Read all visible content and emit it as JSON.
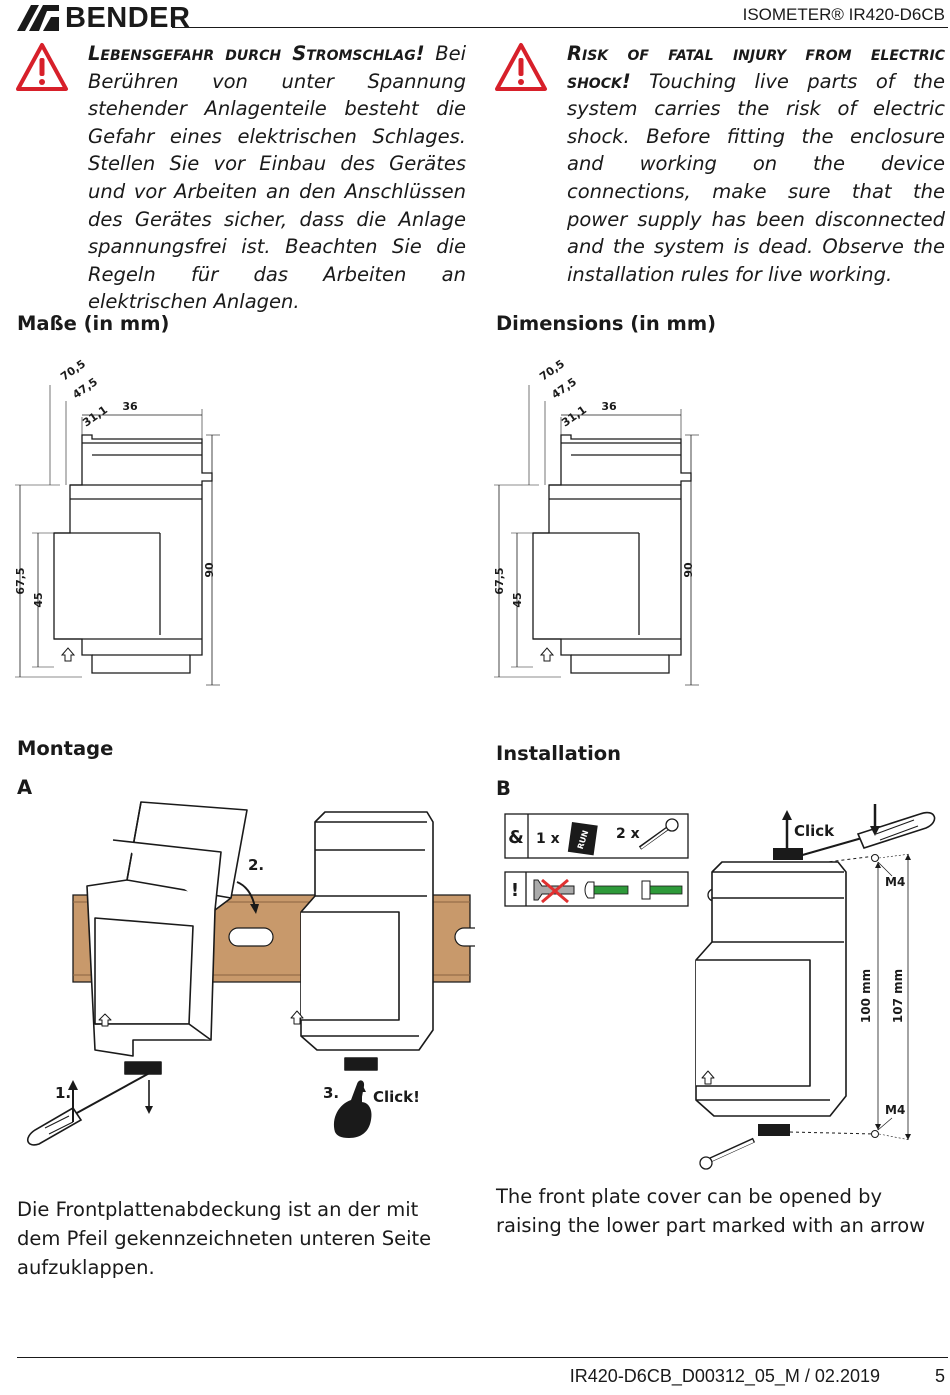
{
  "header": {
    "brand": "BENDER",
    "document_title": "ISOMETER® IR420-D6CB"
  },
  "warning_de": {
    "lead": "Lebensgefahr durch Stromschlag!",
    "body": "Bei Berühren von unter Spannung stehender Anlagenteile besteht die Gefahr eines elektrischen Schlages. Stellen Sie vor Einbau des Gerätes und vor Arbeiten an den Anschlüssen des Gerätes sicher, dass die Anlage spannungsfrei ist. Beachten Sie die Regeln für das Arbeiten an elektrischen Anlagen."
  },
  "warning_en": {
    "lead": "Risk of fatal injury from electric shock!",
    "body": "Touching live parts of the system carries the risk of electric shock. Before fitting the enclosure and working on the device connections, make sure that the power supply has been disconnected and the system is dead. Observe the installation rules for live working."
  },
  "dimensions_de": {
    "heading": "Maße (in mm)"
  },
  "dimensions_en": {
    "heading": "Dimensions (in mm)"
  },
  "dimension_labels": {
    "depth_total": "70,5",
    "depth_mid": "47,5",
    "depth_front": "31,1",
    "width": "36",
    "height_total": "90",
    "height_mid": "67,5",
    "height_front": "45"
  },
  "mounting_de": {
    "heading": "Montage",
    "figure_letter": "A"
  },
  "mounting_en": {
    "heading": "Installation",
    "figure_letter": "B"
  },
  "figure_a": {
    "step1": "1.",
    "step2": "2.",
    "step3": "3.",
    "click": "Click!"
  },
  "figure_b": {
    "click": "Click",
    "ampersand": "&",
    "qty_clip": "1 x",
    "clip_label": "RUN",
    "qty_screw": "2 x",
    "exclamation": "!",
    "screw_top": "M4",
    "screw_bottom": "M4",
    "spacing_100": "100 mm",
    "spacing_107": "107 mm"
  },
  "note_de": "Die Frontplattenabdeckung ist an der mit dem Pfeil gekennzeichneten unteren Seite aufzuklappen.",
  "note_en": "The front plate cover can be opened by raising the lower part marked with an arrow",
  "footer": {
    "code": "IR420-D6CB_D00312_05_M / 02.2019",
    "page": "5"
  },
  "colors": {
    "warning_red": "#d7202a",
    "rail_brown": "#c8996b",
    "text": "#1a1a1a",
    "screw_green": "#2e9a3a",
    "cross_red": "#e03030"
  }
}
